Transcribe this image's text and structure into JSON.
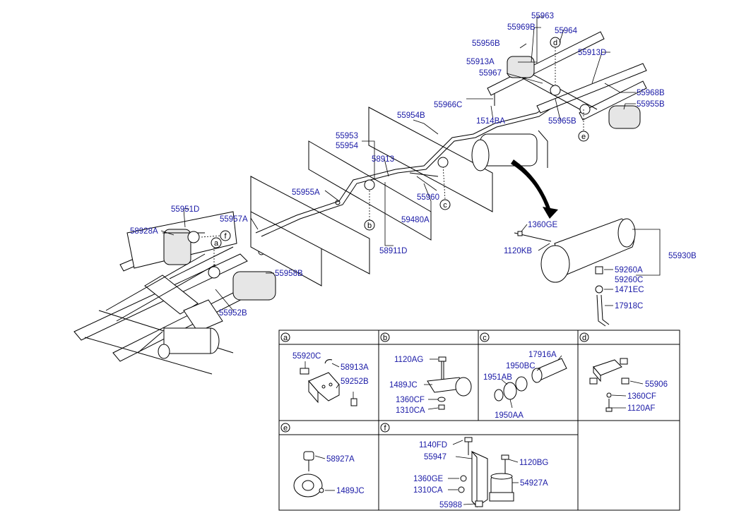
{
  "labels": {
    "p55963": "55963",
    "p55969B": "55969B",
    "p55964": "55964",
    "p55956B": "55956B",
    "p55913D": "55913D",
    "p55913A": "55913A",
    "p55967": "55967",
    "p55968B": "55968B",
    "p55966C": "55966C",
    "p55955B": "55955B",
    "p55954B": "55954B",
    "p1514BA": "1514BA",
    "p55965B": "55965B",
    "p55953": "55953",
    "p55954": "55954",
    "p58913": "58913",
    "p55955A": "55955A",
    "p55960": "55960",
    "p59480A": "59480A",
    "p55951D": "55951D",
    "p55957A": "55957A",
    "p58928A": "58928A",
    "p58911D": "58911D",
    "p1360GE_main": "1360GE",
    "p1120KB": "1120KB",
    "p55930B": "55930B",
    "p55958B": "55958B",
    "p59260A": "59260A",
    "p59260C": "59260C",
    "p1471EC": "1471EC",
    "p55952B": "55952B",
    "p17918C": "17918C",
    "a_55920C": "55920C",
    "a_58913A": "58913A",
    "a_59252B": "59252B",
    "b_1120AG": "1120AG",
    "b_1489JC": "1489JC",
    "b_1360CF": "1360CF",
    "b_1310CA": "1310CA",
    "c_17916A": "17916A",
    "c_1950BC": "1950BC",
    "c_1951AB": "1951AB",
    "c_1950AA": "1950AA",
    "d_55906": "55906",
    "d_1360CF": "1360CF",
    "d_1120AF": "1120AF",
    "e_58927A": "58927A",
    "e_1489JC": "1489JC",
    "f_1140FD": "1140FD",
    "f_55947": "55947",
    "f_1120BG": "1120BG",
    "f_1360GE": "1360GE",
    "f_54927A": "54927A",
    "f_1310CA": "1310CA",
    "f_55988": "55988"
  },
  "callouts": {
    "a": "a",
    "b": "b",
    "c": "c",
    "d": "d",
    "e": "e",
    "f": "f"
  }
}
